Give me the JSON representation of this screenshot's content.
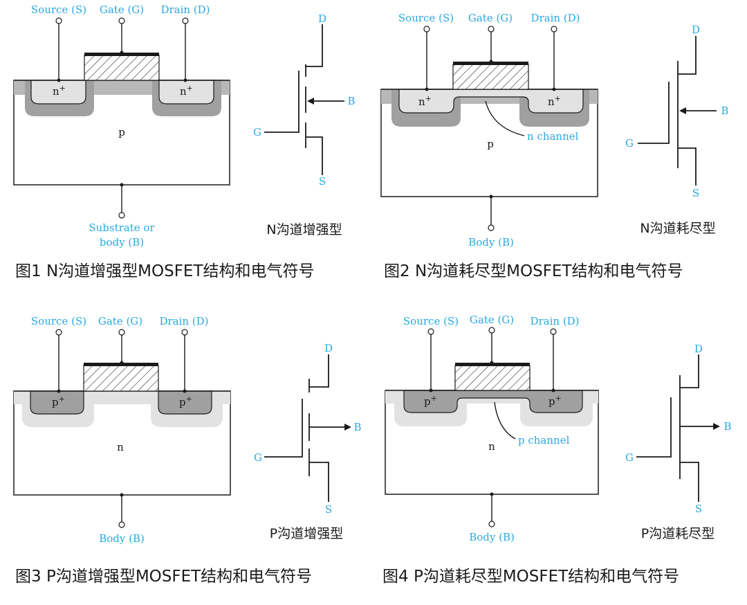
{
  "panels": [
    {
      "source": "Source (S)",
      "gate": "Gate (G)",
      "drain": "Drain (D)",
      "body": [
        "Substrate or",
        "body (B)"
      ],
      "region_left": "n",
      "region_right": "n",
      "region_sup": "+",
      "substrate": "p",
      "channel": "",
      "sym_d": "D",
      "sym_g": "G",
      "sym_s": "S",
      "sym_b": "B",
      "sym_label": "N沟道增强型",
      "caption": "图1 N沟道增强型MOSFET结构和电气符号"
    },
    {
      "source": "Source (S)",
      "gate": "Gate (G)",
      "drain": "Drain (D)",
      "body": [
        "Body (B)"
      ],
      "region_left": "n",
      "region_right": "n",
      "region_sup": "+",
      "substrate": "p",
      "channel": "n channel",
      "sym_d": "D",
      "sym_g": "G",
      "sym_s": "S",
      "sym_b": "B",
      "sym_label": "N沟道耗尽型",
      "caption": "图2 N沟道耗尽型MOSFET结构和电气符号"
    },
    {
      "source": "Source (S)",
      "gate": "Gate (G)",
      "drain": "Drain (D)",
      "body": [
        "Body (B)"
      ],
      "region_left": "p",
      "region_right": "p",
      "region_sup": "+",
      "substrate": "n",
      "channel": "",
      "sym_d": "D",
      "sym_g": "G",
      "sym_s": "S",
      "sym_b": "B",
      "sym_label": "P沟道增强型",
      "caption": "图3 P沟道增强型MOSFET结构和电气符号"
    },
    {
      "source": "Source (S)",
      "gate": "Gate (G)",
      "drain": "Drain (D)",
      "body": [
        "Body (B)"
      ],
      "region_left": "p",
      "region_right": "p",
      "region_sup": "+",
      "substrate": "n",
      "channel": "p channel",
      "sym_d": "D",
      "sym_g": "G",
      "sym_s": "S",
      "sym_b": "B",
      "sym_label": "P沟道耗尽型",
      "caption": "图4 P沟道耗尽型MOSFET结构和电气符号"
    }
  ],
  "colors": {
    "label_blue": "#29a8e0",
    "light_gray": "#e2e2e2",
    "mid_gray": "#b8b8b8",
    "dark_gray": "#a0a0a0",
    "oxide_black": "#1a1a1a"
  }
}
